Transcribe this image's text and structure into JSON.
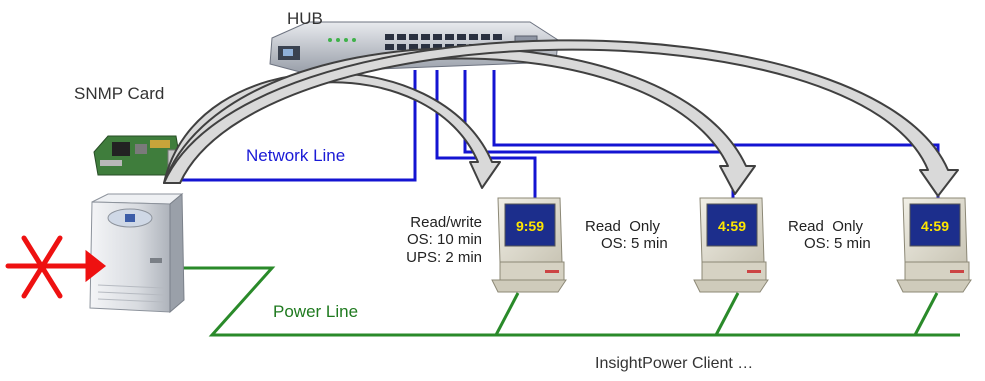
{
  "labels": {
    "hub": "HUB",
    "snmp_card": "SNMP Card",
    "network_line": "Network Line",
    "power_line": "Power Line",
    "client_caption": "InsightPower Client …"
  },
  "clients": [
    {
      "mode": "Read/write",
      "line2": "OS: 10 min",
      "line3": "UPS: 2 min",
      "timer": "9:59"
    },
    {
      "mode": "Read  Only",
      "line2": "OS: 5 min",
      "line3": "",
      "timer": "4:59"
    },
    {
      "mode": "Read  Only",
      "line2": "OS: 5 min",
      "line3": "",
      "timer": "4:59"
    }
  ],
  "colors": {
    "network": "#1414d2",
    "power": "#2a8a2a",
    "cross": "#ee1111",
    "arrow_fill": "#d9d9d9",
    "screen": "#1c2e8c",
    "timer_text": "#ffe600"
  },
  "icons": {
    "ups": "ups-tower-icon",
    "card": "snmp-card-icon",
    "hub": "network-hub-icon",
    "pc": "desktop-computer-icon",
    "cross": "no-power-cross-icon"
  }
}
